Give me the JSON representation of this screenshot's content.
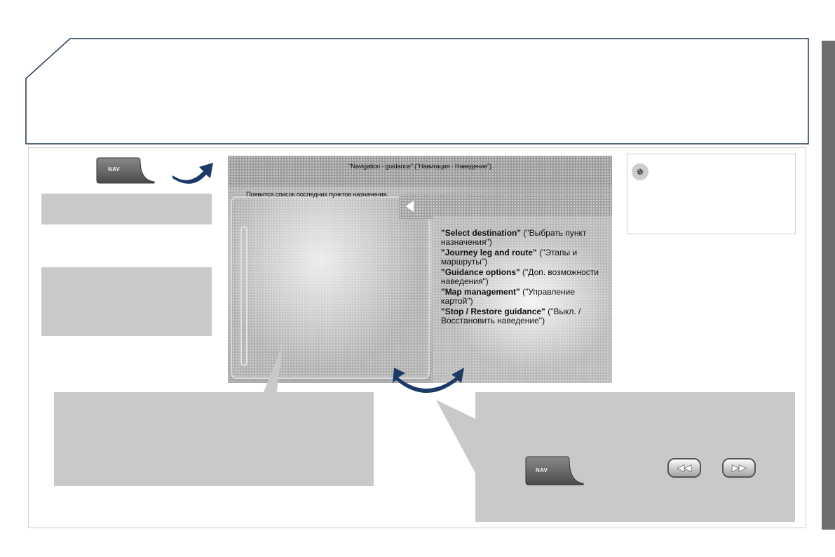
{
  "nav_button": {
    "label": "NAV"
  },
  "screen": {
    "title": "\"Navigation - guidance\" (\"Навигация - Наведение\")",
    "recent_list_text": "Появится список последних пунктов назначения.",
    "menu": [
      {
        "bold": "\"Select destination\"",
        "rest": " (\"Выбрать пункт назначения\")"
      },
      {
        "bold": "\"Journey leg and route\"",
        "rest": " (\"Этапы и маршруты\")"
      },
      {
        "bold": "\"Guidance options\"",
        "rest": " (\"Доп. возможности наведения\")"
      },
      {
        "bold": "\"Map management\"",
        "rest": " (\"Управление картой\")"
      },
      {
        "bold": "\"Stop / Restore guidance\"",
        "rest": " (\"Выкл. / Восстановить наведение\")"
      }
    ]
  },
  "icons": {
    "tip": "lightbulb-icon",
    "nav_arrow": "curved-arrow-icon",
    "swap_arrows": "double-curved-arrow-icon",
    "prev": "rewind-icon",
    "next": "fast-forward-icon"
  },
  "colors": {
    "frame_navy": "#1f3556",
    "arrow_navy": "#1c3a66",
    "grey_box": "#c9c9c9",
    "side_strip": "#6f6f6f"
  }
}
